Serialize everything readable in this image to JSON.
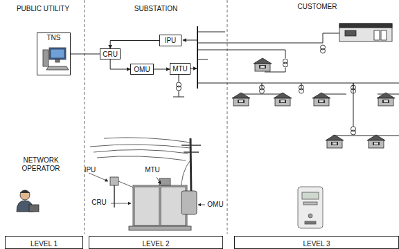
{
  "diagram": {
    "nodes": [
      {
        "text": [
          "TNS"
        ]
      },
      {
        "text": [
          "CRU"
        ]
      },
      {
        "text": [
          "IPU"
        ]
      },
      {
        "text": [
          "OMU"
        ]
      },
      {
        "text": [
          "MTU"
        ]
      },
      {
        "text": [
          "LEVEL 1"
        ]
      },
      {
        "text": [
          "LEVEL 2"
        ]
      },
      {
        "text": [
          "LEVEL 3"
        ]
      }
    ],
    "edges": [
      {
        "from": 0,
        "to": 1,
        "arrow": "none"
      },
      {
        "from": 2,
        "to": 1,
        "arrow": "to"
      },
      {
        "from": 1,
        "to": 3,
        "arrow": "to"
      },
      {
        "from": 3,
        "to": 4,
        "arrow": "to"
      }
    ],
    "labels": [
      "PUBLIC UTILITY",
      "SUBSTATION",
      "CUSTOMER",
      "NETWORK OPERATOR",
      "IPU",
      "MTU",
      "CRU",
      "OMU"
    ]
  }
}
